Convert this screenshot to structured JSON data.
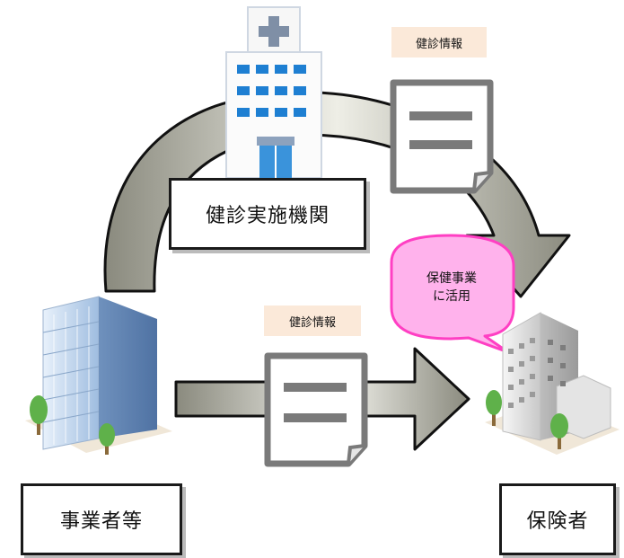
{
  "nodes": {
    "checkup_institution": "健診実施機関",
    "employer": "事業者等",
    "insurer": "保険者"
  },
  "documents": {
    "top_tag": "健診情報",
    "bottom_tag": "健診情報"
  },
  "bubble": {
    "line1": "保健事業",
    "line2": "に活用"
  },
  "colors": {
    "arrow_light": "#f1f1ea",
    "arrow_dark": "#8a8a7e",
    "bubble_fill": "#ffb2ec",
    "bubble_stroke": "#ff3fc3",
    "tag_fill": "#fbe9d9",
    "hospital_window": "#1e7fd2"
  },
  "icons": [
    "hospital-building-icon",
    "office-tower-icon",
    "insurer-building-icon",
    "document-icon",
    "tree-icon"
  ]
}
